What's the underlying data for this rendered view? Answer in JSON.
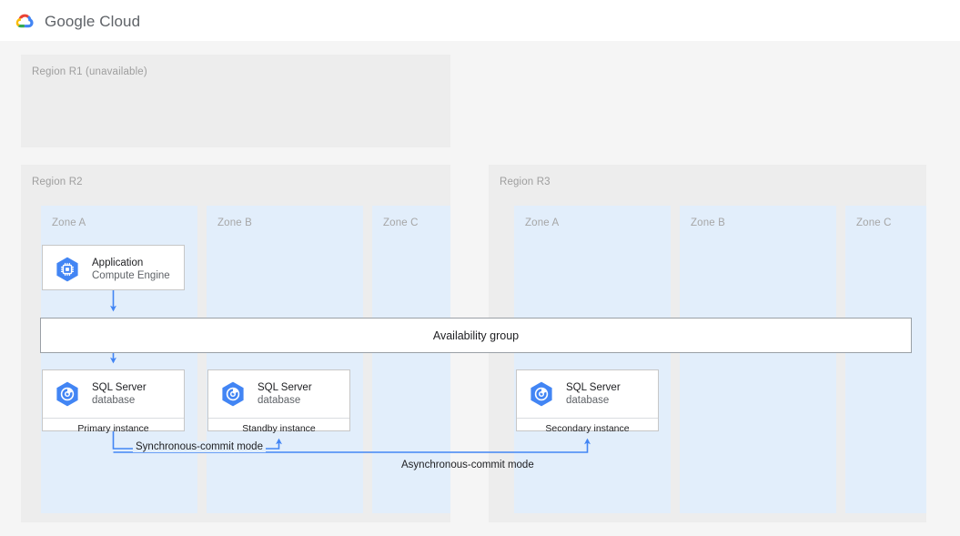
{
  "header": {
    "brand": "Google Cloud",
    "logo_icon": "google-cloud-logo"
  },
  "diagram": {
    "regions": [
      {
        "id": "r1",
        "label": "Region R1 (unavailable)",
        "zones": []
      },
      {
        "id": "r2",
        "label": "Region R2",
        "zones": [
          {
            "id": "r2-a",
            "label": "Zone A"
          },
          {
            "id": "r2-b",
            "label": "Zone B"
          },
          {
            "id": "r2-c",
            "label": "Zone C"
          }
        ]
      },
      {
        "id": "r3",
        "label": "Region R3",
        "zones": [
          {
            "id": "r3-a",
            "label": "Zone A"
          },
          {
            "id": "r3-b",
            "label": "Zone B"
          },
          {
            "id": "r3-c",
            "label": "Zone C"
          }
        ]
      }
    ],
    "cards": [
      {
        "id": "application",
        "icon": "compute-engine-icon",
        "title": "Application",
        "subtitle": "Compute Engine",
        "footer": ""
      },
      {
        "id": "primary",
        "icon": "cloud-sql-icon",
        "title": "SQL Server",
        "subtitle": "database",
        "footer": "Primary instance"
      },
      {
        "id": "standby",
        "icon": "cloud-sql-icon",
        "title": "SQL Server",
        "subtitle": "database",
        "footer": "Standby instance"
      },
      {
        "id": "secondary",
        "icon": "cloud-sql-icon",
        "title": "SQL Server",
        "subtitle": "database",
        "footer": "Secondary instance"
      }
    ],
    "availability_group": {
      "label": "Availability group"
    },
    "connectors": [
      {
        "id": "sync",
        "label": "Synchronous-commit mode"
      },
      {
        "id": "async",
        "label": "Asynchronous-commit mode"
      }
    ],
    "colors": {
      "canvas_bg": "#f5f5f5",
      "region_bg": "#ededed",
      "zone_bg": "#e2eefb",
      "card_bg": "#ffffff",
      "card_border": "#c7c7c7",
      "wire": "#4285f4",
      "icon_blue": "#4285f4",
      "label_gray": "#9e9e9e"
    }
  }
}
